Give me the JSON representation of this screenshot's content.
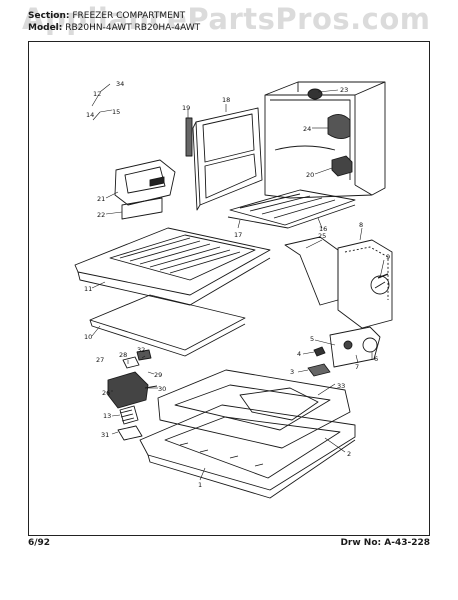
{
  "watermark": "AppliancePartsPros.com",
  "header": {
    "section_label": "Section:",
    "section_value": "FREEZER COMPARTMENT",
    "model_label": "Model:",
    "model_value": "RB20HN-4AWT  RB20HA-4AWT"
  },
  "footer": {
    "date": "6/92",
    "drw_label": "Drw  No:",
    "drw_value": "A-43-228"
  },
  "callouts": [
    "34",
    "12",
    "15",
    "14",
    "19",
    "18",
    "23",
    "24",
    "20",
    "21",
    "22",
    "17",
    "16",
    "25",
    "8",
    "9",
    "11",
    "10",
    "5",
    "4",
    "7",
    "6",
    "3",
    "28",
    "32",
    "27",
    "29",
    "26",
    "30",
    "13",
    "31",
    "33",
    "2",
    "1"
  ]
}
